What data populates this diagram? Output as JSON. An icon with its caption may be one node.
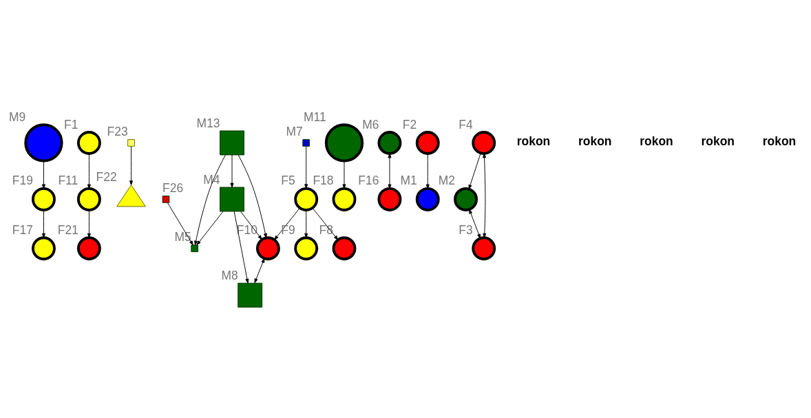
{
  "diagram": {
    "nodes": [
      {
        "text": [
          "M9"
        ]
      },
      {
        "text": [
          "F19"
        ]
      },
      {
        "text": [
          "F17"
        ]
      },
      {
        "text": [
          "F21"
        ]
      },
      {
        "text": [
          "F11"
        ]
      },
      {
        "text": [
          "F1"
        ]
      },
      {
        "text": [
          "F23"
        ]
      },
      {
        "text": [
          "F22"
        ]
      },
      {
        "text": [
          "M4"
        ]
      },
      {
        "text": [
          "F26"
        ]
      },
      {
        "text": [
          "M5"
        ]
      },
      {
        "text": [
          "M13"
        ]
      },
      {
        "text": [
          "F10"
        ]
      },
      {
        "text": [
          "M8"
        ]
      },
      {
        "text": [
          "F18"
        ]
      },
      {
        "text": [
          "F5"
        ]
      },
      {
        "text": [
          "M7"
        ]
      },
      {
        "text": [
          "F9"
        ]
      },
      {
        "text": [
          "M6"
        ]
      },
      {
        "text": [
          "F8"
        ]
      },
      {
        "text": [
          "M11"
        ]
      },
      {
        "text": [
          "F16"
        ]
      },
      {
        "text": [
          "F2"
        ]
      },
      {
        "text": [
          "M1"
        ]
      },
      {
        "text": [
          "M2"
        ]
      },
      {
        "text": [
          "F4"
        ]
      },
      {
        "text": [
          "F3"
        ]
      }
    ],
    "edges": [
      {
        "from": 0,
        "to": 1,
        "arrow": "to"
      },
      {
        "from": 1,
        "to": 2,
        "arrow": "to"
      },
      {
        "from": 4,
        "to": 3,
        "arrow": "to"
      },
      {
        "from": 5,
        "to": 4,
        "arrow": "to"
      },
      {
        "from": 6,
        "to": 7,
        "arrow": "to"
      },
      {
        "from": 9,
        "to": 10,
        "arrow": "to"
      },
      {
        "from": 8,
        "to": 10,
        "arrow": "to"
      },
      {
        "from": 11,
        "to": 8,
        "arrow": "to"
      },
      {
        "from": 11,
        "to": 10,
        "arrow": "to"
      },
      {
        "from": 8,
        "to": 12,
        "arrow": "to"
      },
      {
        "from": 8,
        "to": 13,
        "arrow": "to"
      },
      {
        "from": 11,
        "to": 12,
        "arrow": "to"
      },
      {
        "from": 12,
        "to": 13,
        "arrow": "both"
      },
      {
        "from": 15,
        "to": 12,
        "arrow": "to"
      },
      {
        "from": 16,
        "to": 15,
        "arrow": "to"
      },
      {
        "from": 15,
        "to": 17,
        "arrow": "to"
      },
      {
        "from": 15,
        "to": 19,
        "arrow": "to"
      },
      {
        "from": 20,
        "to": 14,
        "arrow": "to"
      },
      {
        "from": 18,
        "to": 21,
        "arrow": "both"
      },
      {
        "from": 22,
        "to": 23,
        "arrow": "to"
      },
      {
        "from": 25,
        "to": 24,
        "arrow": "to"
      },
      {
        "from": 24,
        "to": 26,
        "arrow": "both"
      },
      {
        "from": 25,
        "to": 26,
        "arrow": "both"
      }
    ],
    "labels": [
      "rokon",
      "rokon",
      "rokon",
      "rokon",
      "rokon"
    ]
  }
}
